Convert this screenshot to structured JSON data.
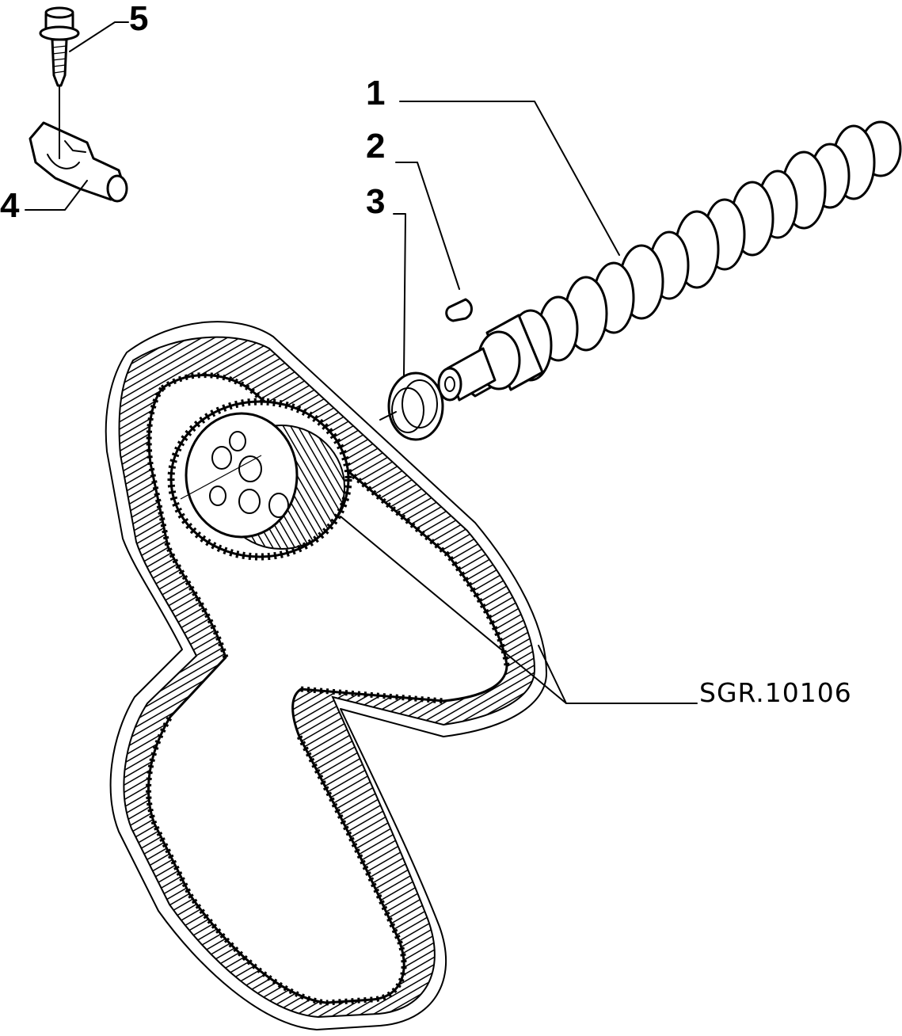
{
  "diagram": {
    "reference_code": "SGR.10106",
    "callouts": [
      {
        "id": "1",
        "label": "1"
      },
      {
        "id": "2",
        "label": "2"
      },
      {
        "id": "3",
        "label": "3"
      },
      {
        "id": "4",
        "label": "4"
      },
      {
        "id": "5",
        "label": "5"
      }
    ],
    "parts": [
      {
        "callout": "1",
        "icon": "camshaft-icon"
      },
      {
        "callout": "2",
        "icon": "woodruff-key-icon"
      },
      {
        "callout": "3",
        "icon": "oil-seal-icon"
      },
      {
        "callout": "4",
        "icon": "sensor-icon"
      },
      {
        "callout": "5",
        "icon": "bolt-icon"
      },
      {
        "callout": "SGR.10106",
        "icon": "timing-belt-icon"
      },
      {
        "callout": "SGR.10106",
        "icon": "pulley-icon"
      }
    ]
  }
}
